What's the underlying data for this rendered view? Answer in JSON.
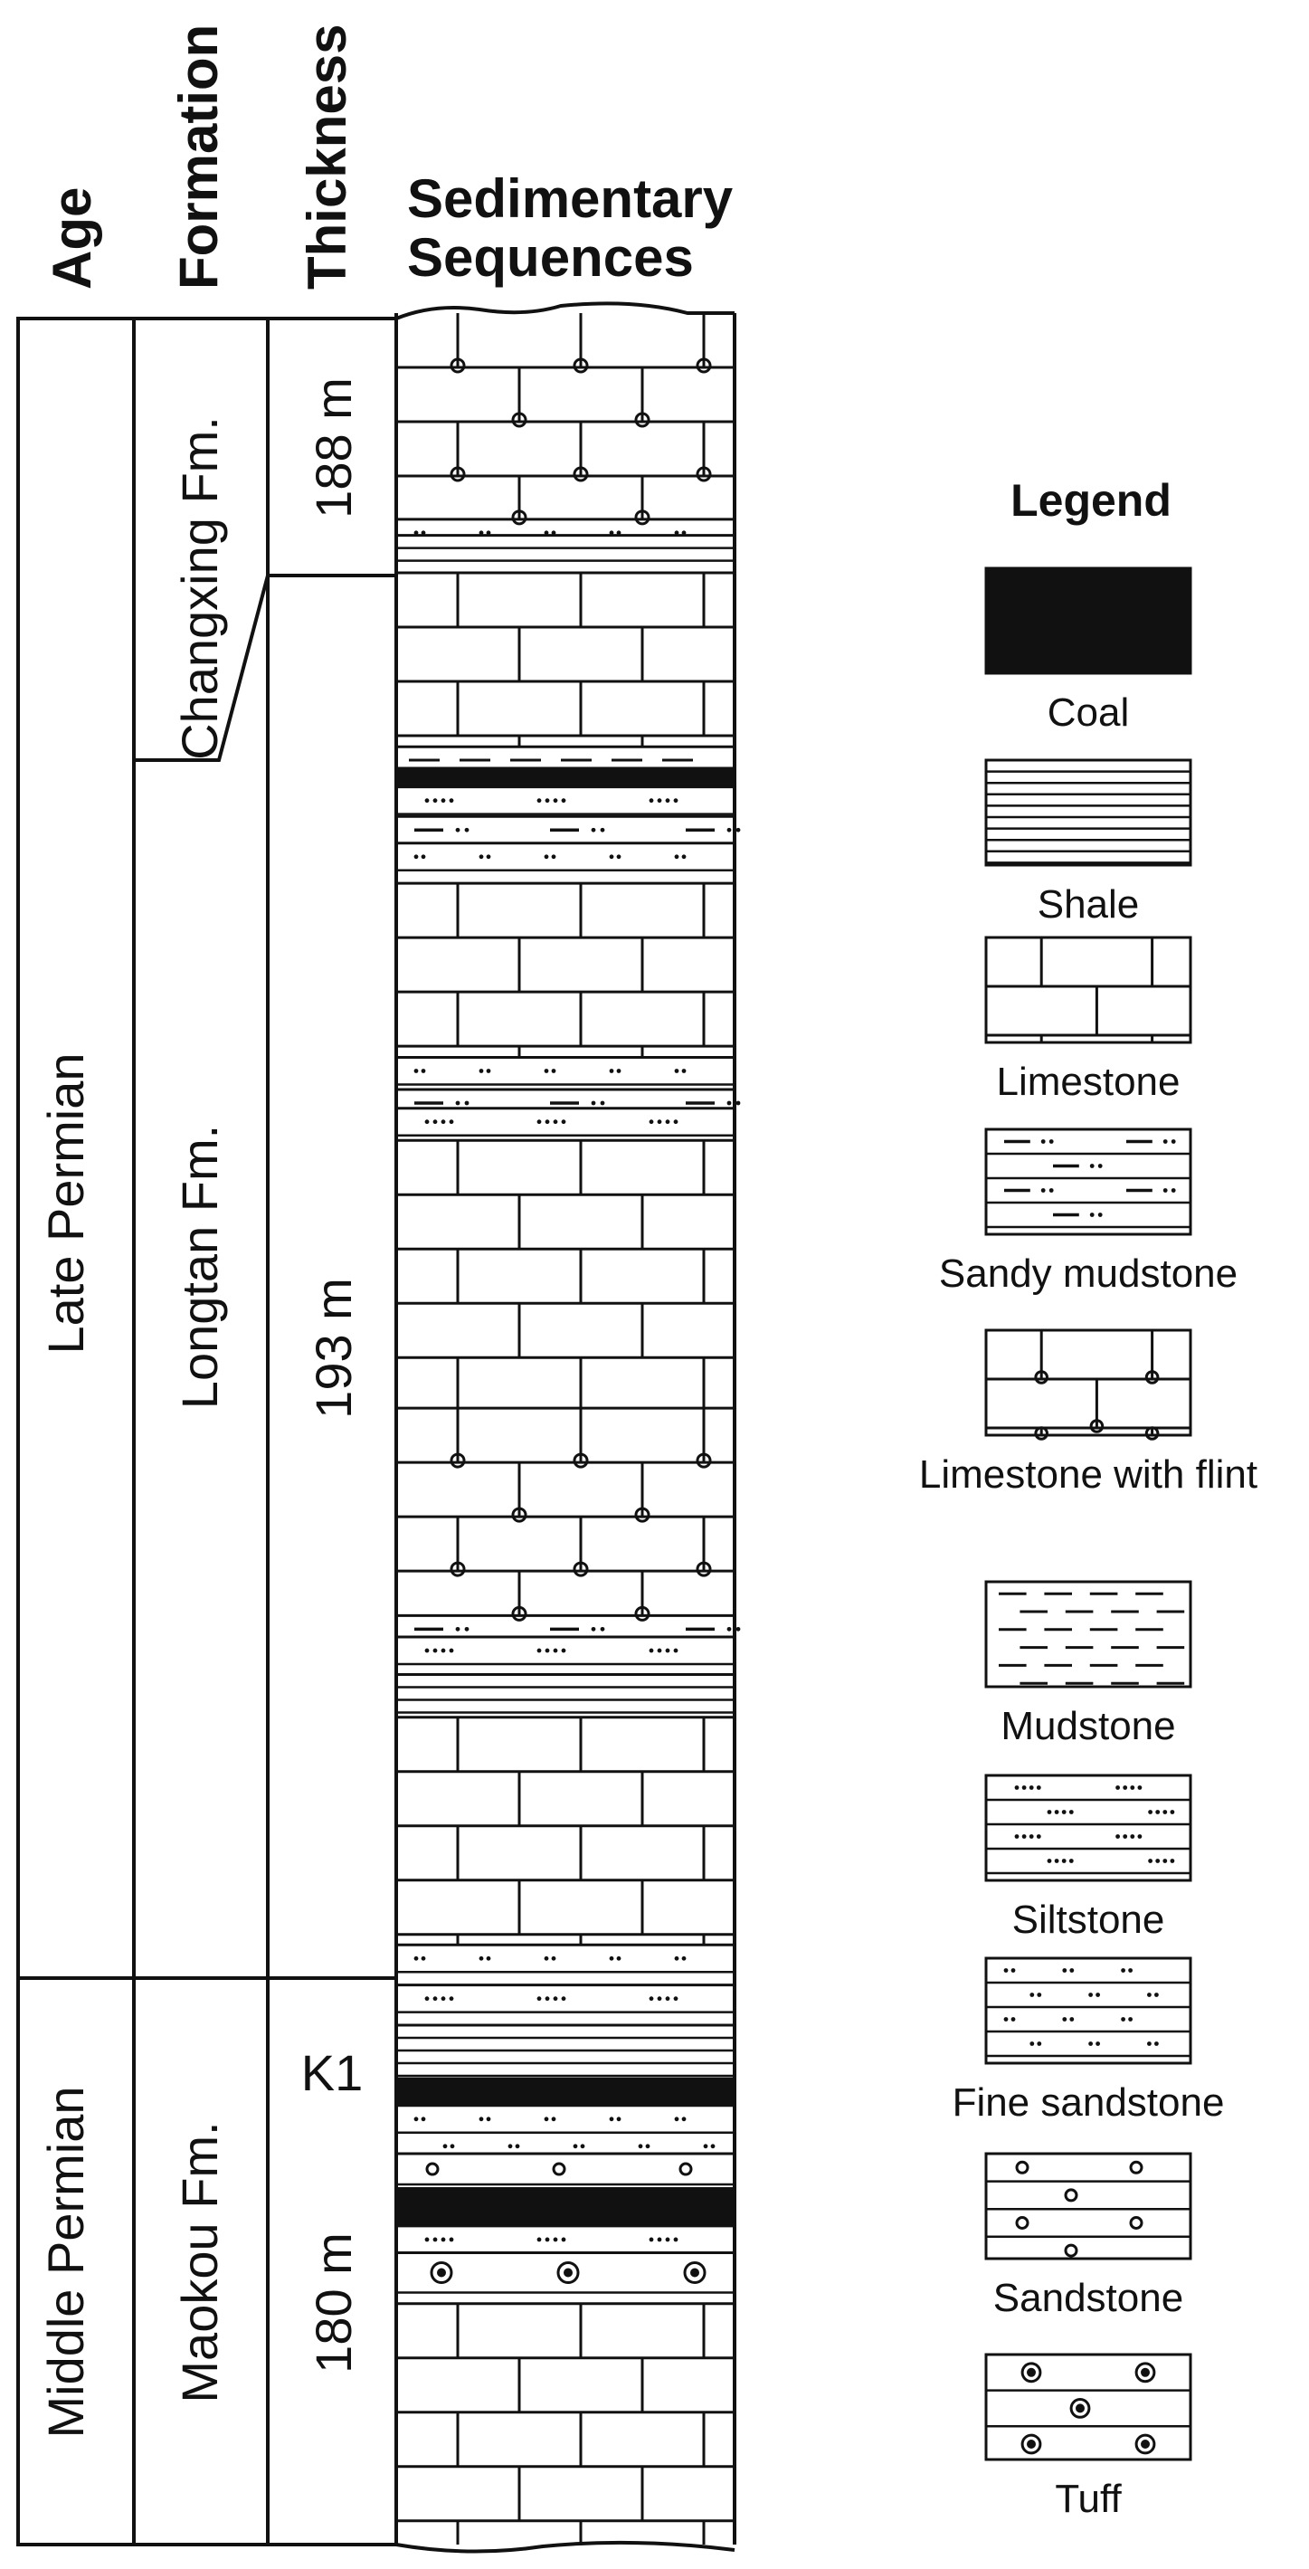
{
  "headers": {
    "age": "Age",
    "formation": "Formation",
    "thickness": "Thickness",
    "sequences_line1": "Sedimentary",
    "sequences_line2": "Sequences"
  },
  "ages": [
    {
      "label": "Late Permian"
    },
    {
      "label": "Middle Permian"
    }
  ],
  "formations": [
    {
      "label": "Changxing Fm."
    },
    {
      "label": "Longtan  Fm."
    },
    {
      "label": "Maokou Fm."
    }
  ],
  "thicknesses": [
    {
      "label": "188 m"
    },
    {
      "label": "193 m"
    },
    {
      "label": "180 m"
    }
  ],
  "marker": {
    "label": "K1"
  },
  "legend": {
    "title": "Legend",
    "items": [
      {
        "pattern": "coal",
        "label": "Coal"
      },
      {
        "pattern": "shale",
        "label": "Shale"
      },
      {
        "pattern": "limestone",
        "label": "Limestone"
      },
      {
        "pattern": "sandy-mudstone",
        "label": "Sandy mudstone"
      },
      {
        "pattern": "limestone-flint",
        "label": "Limestone with flint"
      },
      {
        "pattern": "mudstone",
        "label": "Mudstone"
      },
      {
        "pattern": "siltstone",
        "label": "Siltstone"
      },
      {
        "pattern": "fine-sandstone",
        "label": "Fine sandstone"
      },
      {
        "pattern": "sandstone",
        "label": "Sandstone"
      },
      {
        "pattern": "tuff",
        "label": "Tuff"
      }
    ]
  },
  "column_layers": [
    {
      "type": "limestone-flint"
    },
    {
      "type": "fine-sandstone"
    },
    {
      "type": "shale"
    },
    {
      "type": "limestone"
    },
    {
      "type": "mudstone"
    },
    {
      "type": "coal"
    },
    {
      "type": "siltstone"
    },
    {
      "type": "sandy-mudstone"
    },
    {
      "type": "fine-sandstone"
    },
    {
      "type": "limestone"
    },
    {
      "type": "fine-sandstone"
    },
    {
      "type": "sandy-mudstone"
    },
    {
      "type": "siltstone"
    },
    {
      "type": "limestone"
    },
    {
      "type": "limestone-flint"
    },
    {
      "type": "sandy-mudstone"
    },
    {
      "type": "siltstone"
    },
    {
      "type": "shale"
    },
    {
      "type": "limestone"
    },
    {
      "type": "fine-sandstone"
    },
    {
      "type": "siltstone"
    },
    {
      "type": "shale"
    },
    {
      "type": "coal"
    },
    {
      "type": "fine-sandstone"
    },
    {
      "type": "sandstone"
    },
    {
      "type": "coal"
    },
    {
      "type": "siltstone"
    },
    {
      "type": "tuff"
    },
    {
      "type": "limestone"
    }
  ],
  "colors": {
    "ink": "#111111",
    "background": "#ffffff"
  }
}
